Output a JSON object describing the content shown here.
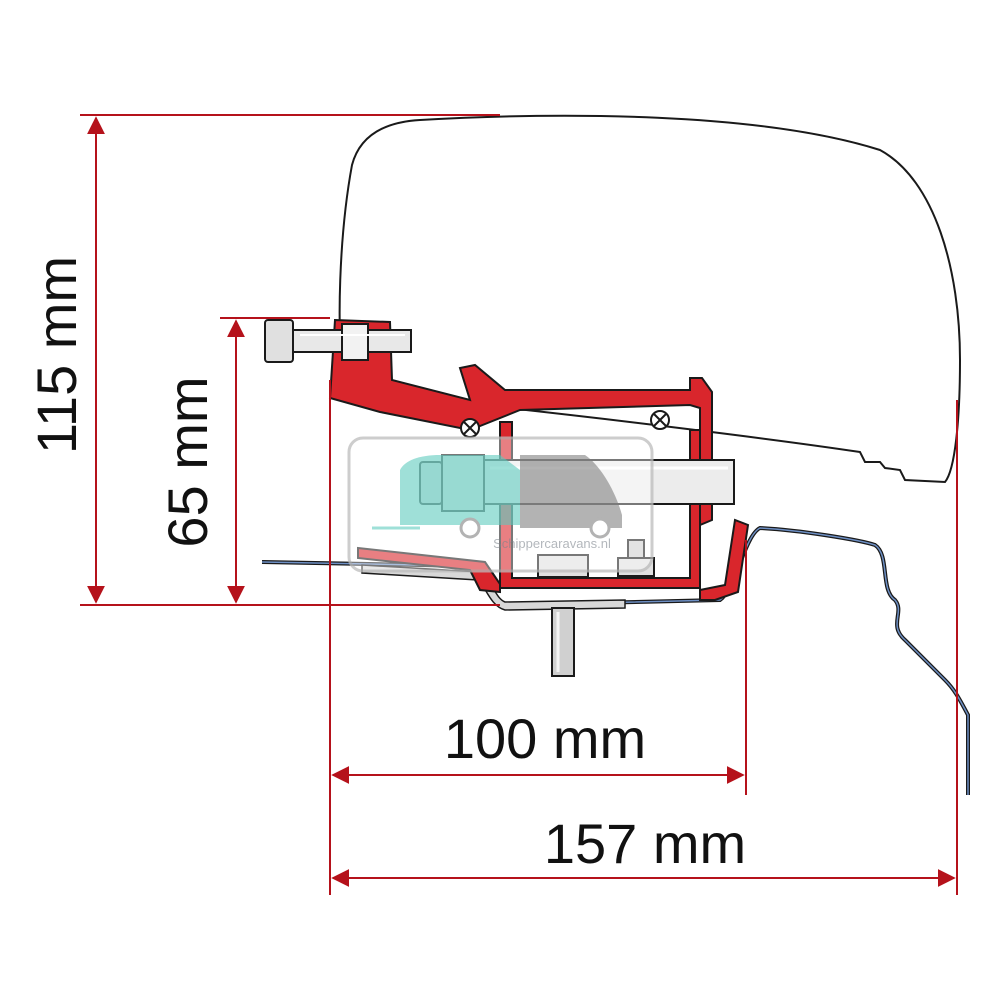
{
  "dimensions": {
    "total_height": "115 mm",
    "bracket_height": "65 mm",
    "inner_width": "100 mm",
    "total_width": "157 mm"
  },
  "watermark": {
    "text": "Schippercaravans.nl",
    "icon": "caravan-and-van-logo"
  },
  "colors": {
    "dimension_lines": "#b5121b",
    "bracket": "#d9262c",
    "outline": "#1a1a1a",
    "roof_sheet": "#3a5a8c",
    "watermark_teal": "#7fd6cc",
    "watermark_grey": "#9a9a9a"
  }
}
